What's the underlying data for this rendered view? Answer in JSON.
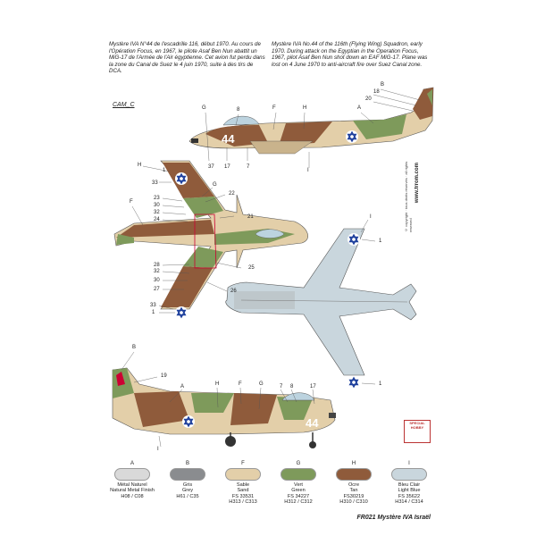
{
  "caption_fr": "Mystère IVA N°44 de l'escadrille 116, début 1970. Au cours de l'Opération Focus, en 1967, le pilote Asaf Ben Nun abattit un MiG-17 de l'Armée de l'Air égyptienne. Cet avion fut perdu dans la zone du Canal de Suez le 4 juin 1970, suite à des tirs de DCA.",
  "caption_en": "Mystère IVA No.44 of the 116th (Flying Wing) Squadron, early 1970. During attack on the Egyptian in the Operation Focus, 1967, pilot Asaf Ben Nun shot down an EAF MiG-17. Plane was lost on 4 June 1970 to anti-aircraft fire over Suez Canal zone.",
  "camo_label": "CAM_C",
  "aircraft_number": "44",
  "side_view_top": {
    "labels": {
      "g": "G",
      "f": "F",
      "h": "H",
      "a": "A",
      "b": "B",
      "n18": "18",
      "n8": "8",
      "n20": "20",
      "n37": "37",
      "n17": "17",
      "n7": "7",
      "i": "I"
    }
  },
  "top_view": {
    "labels": {
      "h": "H",
      "n1a": "1",
      "n33a": "33",
      "g": "G",
      "n22": "22",
      "f": "F",
      "n23": "23",
      "n30a": "30",
      "n32a": "32",
      "n24": "24",
      "n21": "21",
      "n28": "28",
      "n25": "25",
      "n32b": "32",
      "n30b": "30",
      "n27": "27",
      "n26": "26",
      "n33b": "33",
      "n1b": "1"
    }
  },
  "bottom_view": {
    "labels": {
      "i": "I",
      "n1a": "1",
      "n1b": "1"
    }
  },
  "side_view_bottom": {
    "labels": {
      "b": "B",
      "n19": "19",
      "a": "A",
      "h": "H",
      "f": "F",
      "g": "G",
      "n7": "7",
      "n8": "8",
      "n17": "17",
      "i": "I"
    }
  },
  "vertical_text": "© copyright · tous droits réservés · all rights reserved",
  "website": "www.frrom.com",
  "badge_text": "SPECIAL HOBBY",
  "legend": [
    {
      "letter": "A",
      "name_fr": "Métal Naturel",
      "name_en": "Natural Metal Finish",
      "code": "H08 / C08",
      "color": "#d9d9d9"
    },
    {
      "letter": "B",
      "name_fr": "Gris",
      "name_en": "Grey",
      "code": "H61 / C35",
      "color": "#8a8c8f"
    },
    {
      "letter": "F",
      "name_fr": "Sable",
      "name_en": "Sand",
      "code1": "FS 33531",
      "code": "H313 / C313",
      "color": "#e3cfa9"
    },
    {
      "letter": "G",
      "name_fr": "Vert",
      "name_en": "Green",
      "code1": "FS 34227",
      "code": "H312 / C312",
      "color": "#7e9a5b"
    },
    {
      "letter": "H",
      "name_fr": "Ocre",
      "name_en": "Tan",
      "code1": "FS30219",
      "code": "H310 / C310",
      "color": "#8f5b3b"
    },
    {
      "letter": "I",
      "name_fr": "Bleu Clair",
      "name_en": "Light Blue",
      "code1": "FS 35622",
      "code": "H314 / C314",
      "color": "#c9d6dd"
    }
  ],
  "footer": "FR021  Mystère IVA  Israël",
  "colors": {
    "sand": "#e3cfa9",
    "tan": "#8f5b3b",
    "green": "#7e9a5b",
    "light_blue": "#c9d6dd",
    "grey": "#b8bcbf",
    "star_blue": "#1d3f9c"
  }
}
